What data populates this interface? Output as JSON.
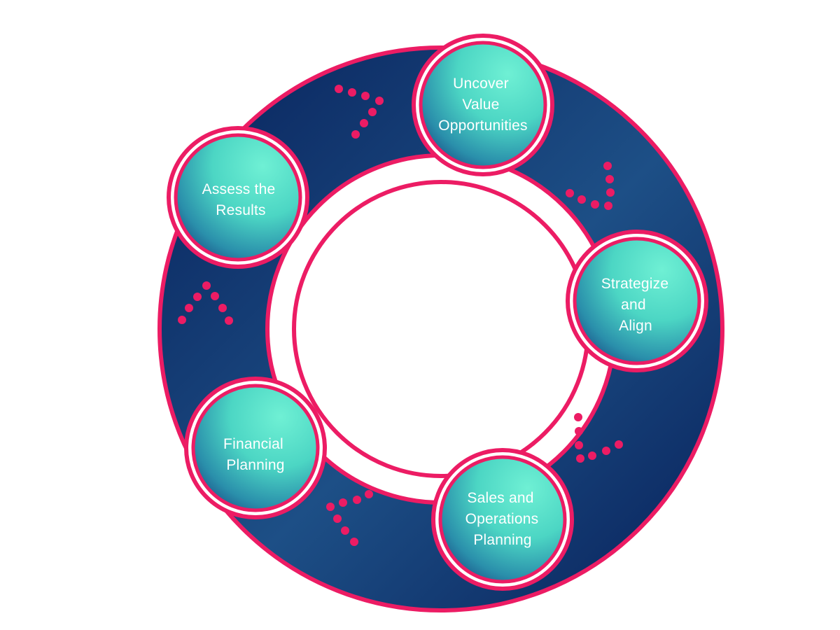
{
  "diagram": {
    "stages": [
      {
        "id": "uncover",
        "lines": [
          "Uncover",
          "Value",
          "Opportunities"
        ]
      },
      {
        "id": "strategize",
        "lines": [
          "Strategize",
          "and",
          "Align"
        ]
      },
      {
        "id": "sales",
        "lines": [
          "Sales and",
          "Operations",
          "Planning"
        ]
      },
      {
        "id": "financial",
        "lines": [
          "Financial",
          "Planning"
        ]
      },
      {
        "id": "assess",
        "lines": [
          "Assess the",
          "Results"
        ]
      }
    ],
    "colors": {
      "band_dark": "#0c2a63",
      "band_mid": "#1f5f8f",
      "outline": "#ec1c64",
      "circle_light": "#6ff0d4",
      "circle_mid": "#2aa8b0",
      "text": "#ffffff",
      "dots": "#ec1c64"
    }
  }
}
